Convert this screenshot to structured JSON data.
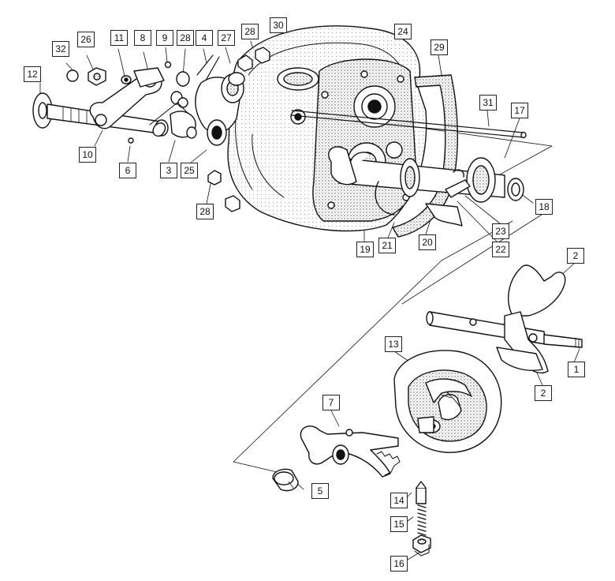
{
  "callouts": [
    {
      "id": "c12",
      "label": "12"
    },
    {
      "id": "c32",
      "label": "32"
    },
    {
      "id": "c26",
      "label": "26"
    },
    {
      "id": "c11",
      "label": "11"
    },
    {
      "id": "c8",
      "label": "8"
    },
    {
      "id": "c9",
      "label": "9"
    },
    {
      "id": "c28a",
      "label": "28"
    },
    {
      "id": "c4",
      "label": "4"
    },
    {
      "id": "c27",
      "label": "27"
    },
    {
      "id": "c28b",
      "label": "28"
    },
    {
      "id": "c30",
      "label": "30"
    },
    {
      "id": "c24",
      "label": "24"
    },
    {
      "id": "c29",
      "label": "29"
    },
    {
      "id": "c31",
      "label": "31"
    },
    {
      "id": "c17",
      "label": "17"
    },
    {
      "id": "c10",
      "label": "10"
    },
    {
      "id": "c6",
      "label": "6"
    },
    {
      "id": "c3",
      "label": "3"
    },
    {
      "id": "c25",
      "label": "25"
    },
    {
      "id": "c28c",
      "label": "28"
    },
    {
      "id": "c18",
      "label": "18"
    },
    {
      "id": "c23",
      "label": "23"
    },
    {
      "id": "c19",
      "label": "19"
    },
    {
      "id": "c21",
      "label": "21"
    },
    {
      "id": "c20",
      "label": "20"
    },
    {
      "id": "c22",
      "label": "22"
    },
    {
      "id": "c2a",
      "label": "2"
    },
    {
      "id": "c1",
      "label": "1"
    },
    {
      "id": "c2b",
      "label": "2"
    },
    {
      "id": "c13",
      "label": "13"
    },
    {
      "id": "c7",
      "label": "7"
    },
    {
      "id": "c5",
      "label": "5"
    },
    {
      "id": "c14",
      "label": "14"
    },
    {
      "id": "c15",
      "label": "15"
    },
    {
      "id": "c16",
      "label": "16"
    }
  ]
}
